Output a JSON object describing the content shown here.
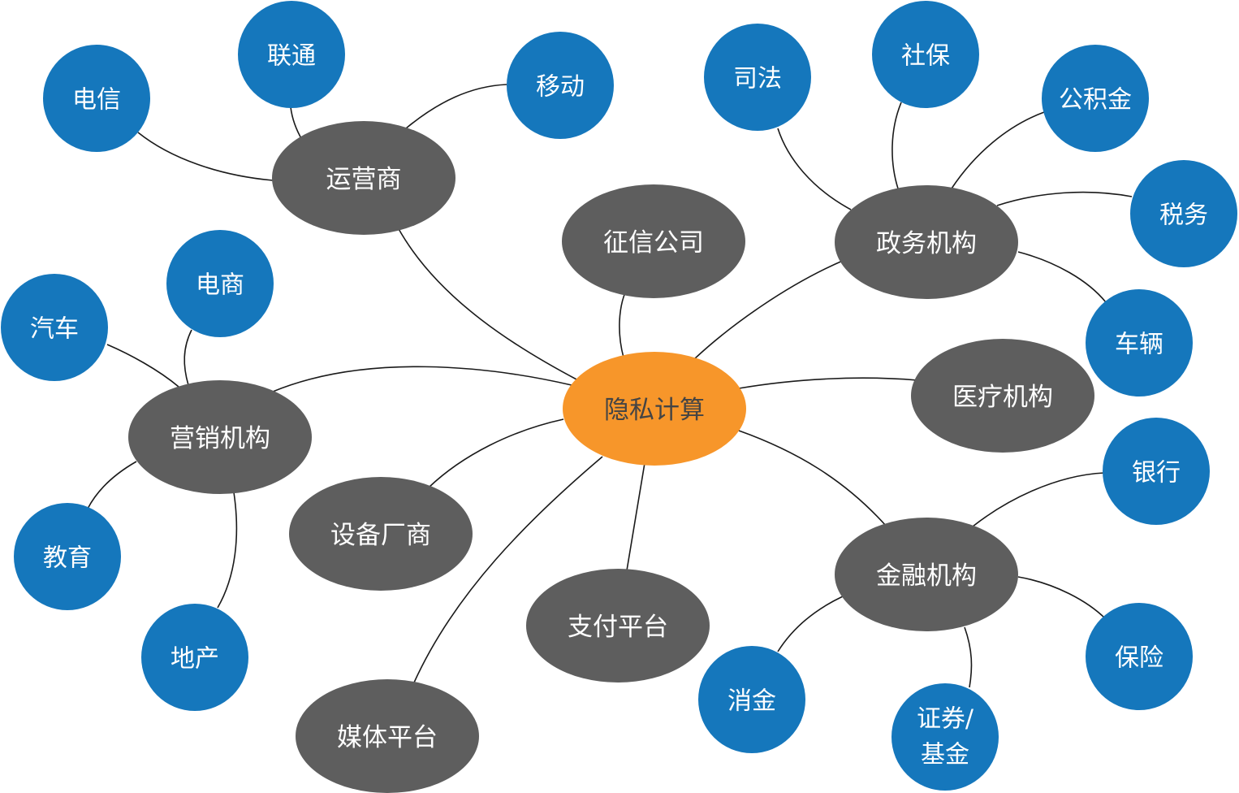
{
  "colors": {
    "center": "#F7962A",
    "category": "#5E5E5E",
    "leaf": "#1577BC",
    "line": "#1a1a1a"
  },
  "center": {
    "label": "隐私计算"
  },
  "categories": {
    "operator": "运营商",
    "credit": "征信公司",
    "government": "政务机构",
    "medical": "医疗机构",
    "finance": "金融机构",
    "payment": "支付平台",
    "media": "媒体平台",
    "device": "设备厂商",
    "marketing": "营销机构"
  },
  "leaves": {
    "telecom": "电信",
    "unicom": "联通",
    "mobile": "移动",
    "judicial": "司法",
    "social_security": "社保",
    "housing_fund": "公积金",
    "tax": "税务",
    "vehicle": "车辆",
    "bank": "银行",
    "insurance": "保险",
    "securities_line1": "证券/",
    "securities_line2": "基金",
    "consumer_finance": "消金",
    "ecommerce": "电商",
    "auto": "汽车",
    "education": "教育",
    "real_estate": "地产"
  }
}
